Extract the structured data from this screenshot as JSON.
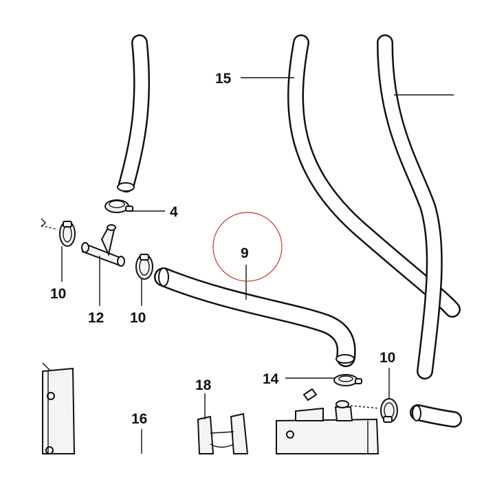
{
  "diagram": {
    "callouts": {
      "c4": "4",
      "c9": "9",
      "c10a": "10",
      "c10b": "10",
      "c10c": "10",
      "c12": "12",
      "c14": "14",
      "c15": "15",
      "c16": "16",
      "c18": "18"
    },
    "highlight_color": "#c0392b",
    "line_color": "#111111"
  }
}
